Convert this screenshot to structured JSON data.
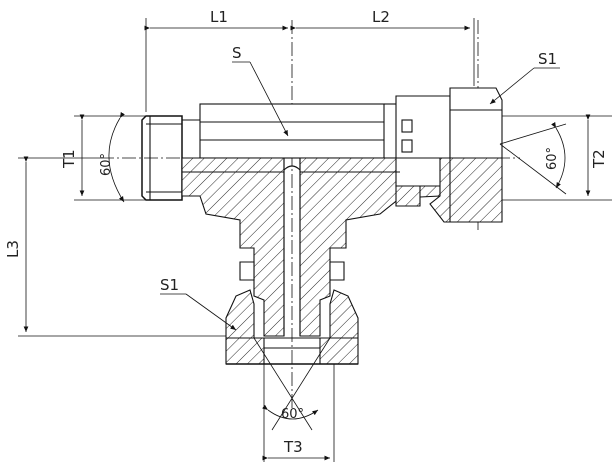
{
  "drawing": {
    "labels": {
      "l1": "L1",
      "l2": "L2",
      "l3": "L3",
      "s": "S",
      "s1_top": "S1",
      "s1_bottom": "S1",
      "t1": "T1",
      "t2": "T2",
      "t3": "T3",
      "angle_left": "60°",
      "angle_right": "60°",
      "angle_bottom": "60°"
    }
  }
}
